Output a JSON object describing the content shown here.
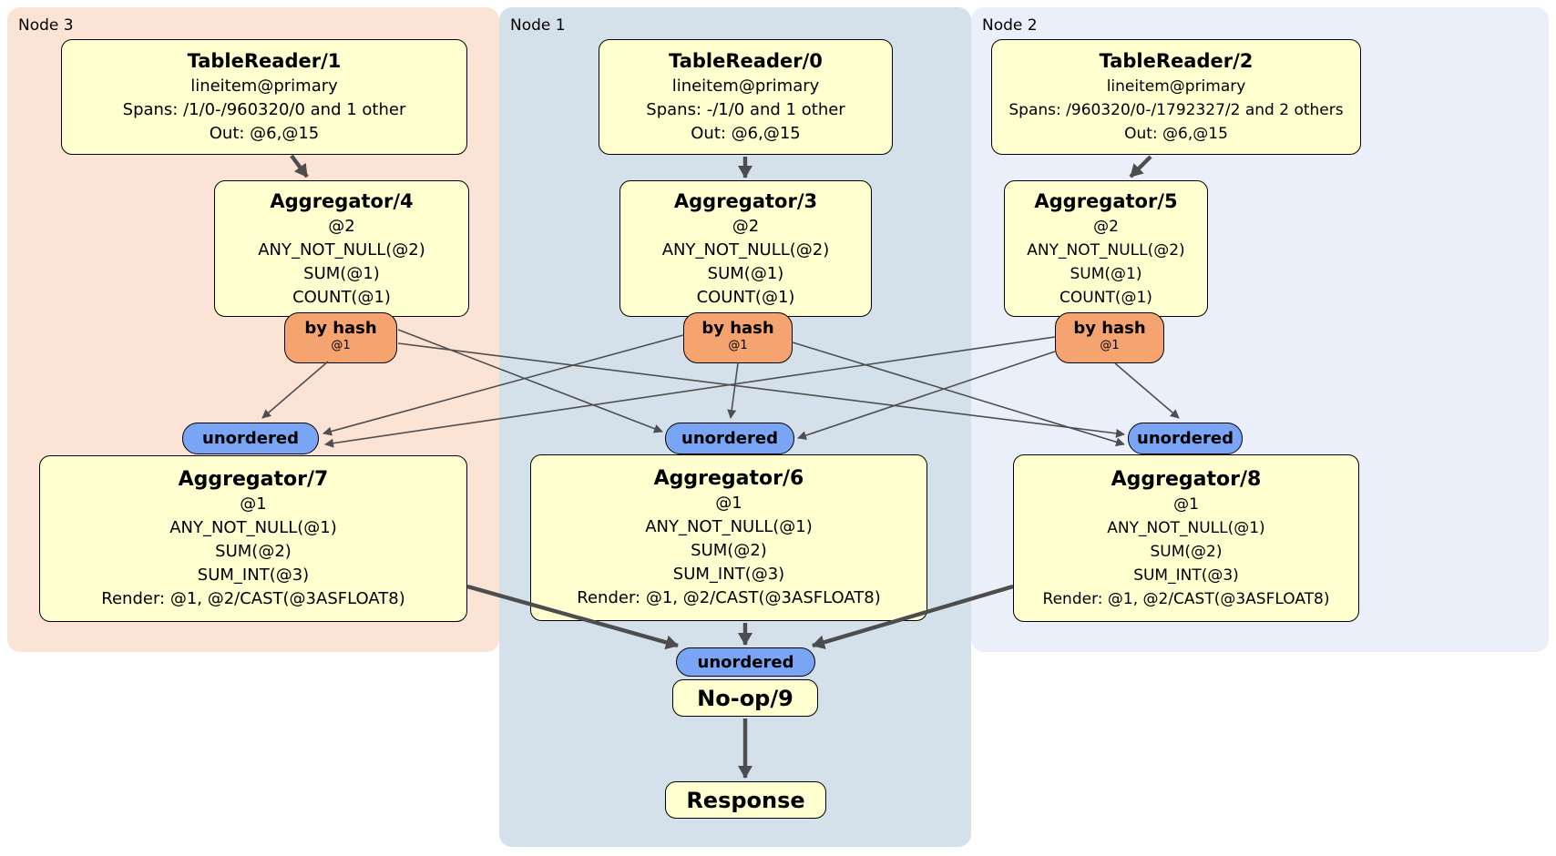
{
  "diagram": {
    "nodes": [
      {
        "label": "Node 3"
      },
      {
        "label": "Node 1"
      },
      {
        "label": "Node 2"
      }
    ],
    "processors": {
      "tablereader1": {
        "title": "TableReader/1",
        "lines": [
          "lineitem@primary",
          "Spans: /1/0-/960320/0 and 1 other",
          "Out: @6,@15"
        ]
      },
      "tablereader0": {
        "title": "TableReader/0",
        "lines": [
          "lineitem@primary",
          "Spans: -/1/0 and 1 other",
          "Out: @6,@15"
        ]
      },
      "tablereader2": {
        "title": "TableReader/2",
        "lines": [
          "lineitem@primary",
          "Spans: /960320/0-/1792327/2 and 2 others",
          "Out: @6,@15"
        ]
      },
      "aggregator4": {
        "title": "Aggregator/4",
        "lines": [
          "@2",
          "ANY_NOT_NULL(@2)",
          "SUM(@1)",
          "COUNT(@1)"
        ]
      },
      "aggregator3": {
        "title": "Aggregator/3",
        "lines": [
          "@2",
          "ANY_NOT_NULL(@2)",
          "SUM(@1)",
          "COUNT(@1)"
        ]
      },
      "aggregator5": {
        "title": "Aggregator/5",
        "lines": [
          "@2",
          "ANY_NOT_NULL(@2)",
          "SUM(@1)",
          "COUNT(@1)"
        ]
      },
      "aggregator7": {
        "title": "Aggregator/7",
        "lines": [
          "@1",
          "ANY_NOT_NULL(@1)",
          "SUM(@2)",
          "SUM_INT(@3)",
          "Render: @1, @2/CAST(@3ASFLOAT8)"
        ]
      },
      "aggregator6": {
        "title": "Aggregator/6",
        "lines": [
          "@1",
          "ANY_NOT_NULL(@1)",
          "SUM(@2)",
          "SUM_INT(@3)",
          "Render: @1, @2/CAST(@3ASFLOAT8)"
        ]
      },
      "aggregator8": {
        "title": "Aggregator/8",
        "lines": [
          "@1",
          "ANY_NOT_NULL(@1)",
          "SUM(@2)",
          "SUM_INT(@3)",
          "Render: @1, @2/CAST(@3ASFLOAT8)"
        ]
      },
      "noop": {
        "title": "No-op/9"
      },
      "response": {
        "title": "Response"
      }
    },
    "routers": [
      {
        "label": "by hash",
        "detail": "@1"
      },
      {
        "label": "by hash",
        "detail": "@1"
      },
      {
        "label": "by hash",
        "detail": "@1"
      }
    ],
    "syncs": [
      {
        "label": "unordered"
      },
      {
        "label": "unordered"
      },
      {
        "label": "unordered"
      },
      {
        "label": "unordered"
      }
    ],
    "colors": {
      "node3_bg": "#fbe3d5",
      "node1_bg": "#d4e1ea",
      "node2_bg": "#eaeffa",
      "processor_box_bg": "#ffffcf",
      "router_bg": "#f5a46f",
      "sync_bg": "#79a5f4",
      "edge": "#4d4d4d",
      "text": "#000000"
    }
  }
}
